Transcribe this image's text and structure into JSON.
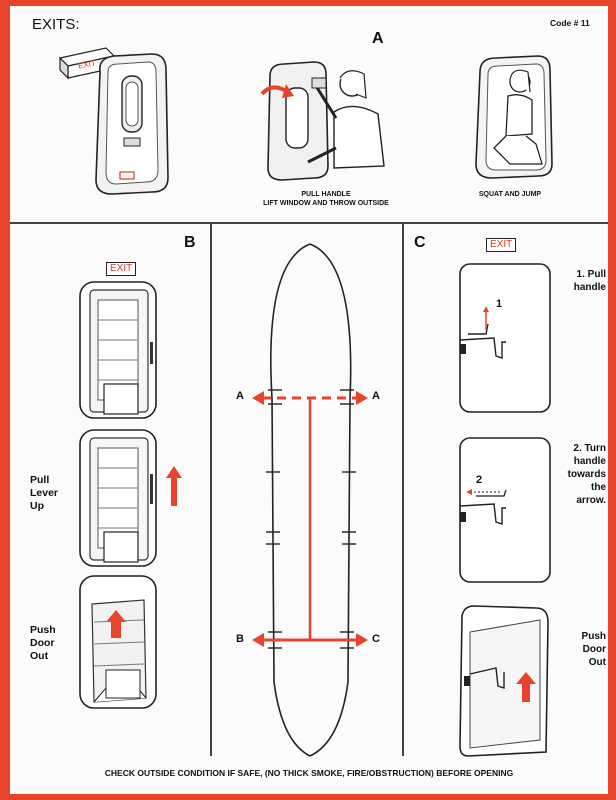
{
  "header": {
    "title": "EXITS:",
    "code": "Code # 11"
  },
  "section_a": {
    "letter": "A",
    "sign": "EXIT",
    "caption_pull": [
      "PULL HANDLE",
      "LIFT WINDOW AND THROW OUTSIDE"
    ],
    "caption_squat": "SQUAT AND JUMP"
  },
  "section_b": {
    "letter": "B",
    "sign": "EXIT",
    "steps": [
      [
        "Pull",
        "Lever",
        "Up"
      ],
      [
        "Push",
        "Door",
        "Out"
      ]
    ]
  },
  "diagram": {
    "labels": [
      "A",
      "A",
      "B",
      "C"
    ]
  },
  "section_c": {
    "letter": "C",
    "sign": "EXIT",
    "steps": [
      [
        "1. Pull",
        "handle"
      ],
      [
        "2. Turn",
        "handle",
        "towards",
        "the",
        "arrow."
      ],
      [
        "Push",
        "Door",
        "Out"
      ]
    ],
    "figure_numbers": [
      "1",
      "2"
    ]
  },
  "footer": "CHECK OUTSIDE CONDITION IF SAFE, (NO THICK SMOKE, FIRE/OBSTRUCTION) BEFORE OPENING",
  "colors": {
    "accent": "#e8442c",
    "ink": "#111111"
  }
}
